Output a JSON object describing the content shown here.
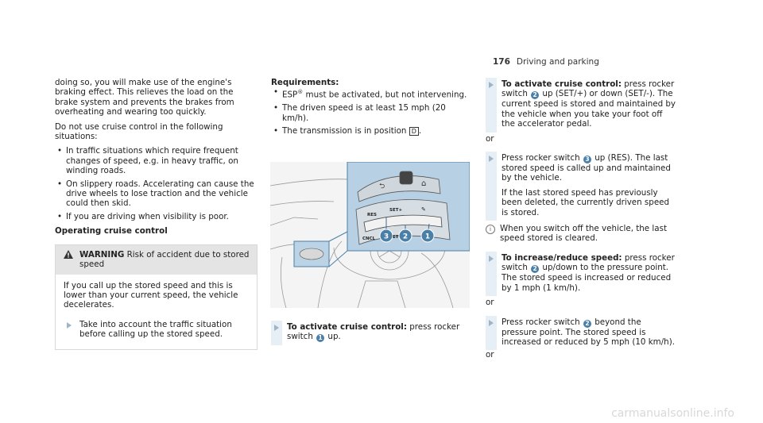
{
  "header": {
    "page_number": "176",
    "title": "Driving and parking"
  },
  "col1": {
    "para1": "doing so, you will make use of the engine's braking effect. This relieves the load on the brake system and prevents the brakes from overheating and wearing too quickly.",
    "para2": "Do not use cruise control in the following situations:",
    "bullets": [
      "In traffic situations which require frequent changes of speed, e.g. in heavy traffic, on winding roads.",
      "On slippery roads. Accelerating can cause the drive wheels to lose traction and the vehicle could then skid.",
      "If you are driving when visibility is poor."
    ],
    "heading": "Operating cruise control",
    "warning": {
      "label": "WARNING",
      "title": "Risk of accident due to stored speed",
      "body": "If you call up the stored speed and this is lower than your current speed, the vehicle decelerates.",
      "step": "Take into account the traffic situation before calling up the stored speed."
    }
  },
  "col2": {
    "req_heading": "Requirements:",
    "req1a": "ESP",
    "req1sup": "®",
    "req1b": " must be activated, but not intervening.",
    "req2": "The driven speed is at least 15 mph (20 km/h).",
    "req3": "The transmission is in position ",
    "req3box": "D",
    "step_bold": "To activate cruise control:",
    "step_a": " press rocker switch ",
    "step_n": "1",
    "step_b": " up."
  },
  "illustration": {
    "btn_res": "RES",
    "btn_set_plus": "SET+",
    "btn_cncl": "CNCL",
    "btn_set_minus": "SET–",
    "callouts": [
      "3",
      "2",
      "1"
    ]
  },
  "col3": {
    "s1_bold": "To activate cruise control:",
    "s1_a": " press rocker switch ",
    "s1_n": "2",
    "s1_b": " up (SET/+) or down (SET/-). The current speed is stored and maintained by the vehicle when you take your foot off the accelerator pedal.",
    "or1": "or",
    "s2_a": "Press rocker switch ",
    "s2_n": "3",
    "s2_b": " up (RES). The last stored speed is called up and maintained by the vehicle.",
    "s2_c": "If the last stored speed has previously been deleted, the currently driven speed is stored.",
    "note": "When you switch off the vehicle, the last speed stored is cleared.",
    "s3_bold": "To increase/reduce speed:",
    "s3_a": " press rocker switch ",
    "s3_n": "2",
    "s3_b": " up/down to the pressure point. The stored speed is increased or reduced by 1 mph (1 km/h).",
    "or2": "or",
    "s4_a": "Press rocker switch ",
    "s4_n": "2",
    "s4_b": " beyond the pressure point. The stored speed is increased or reduced by 5 mph (10 km/h).",
    "or3": "or"
  },
  "footer": {
    "watermark": "carmanualsonline.info"
  }
}
